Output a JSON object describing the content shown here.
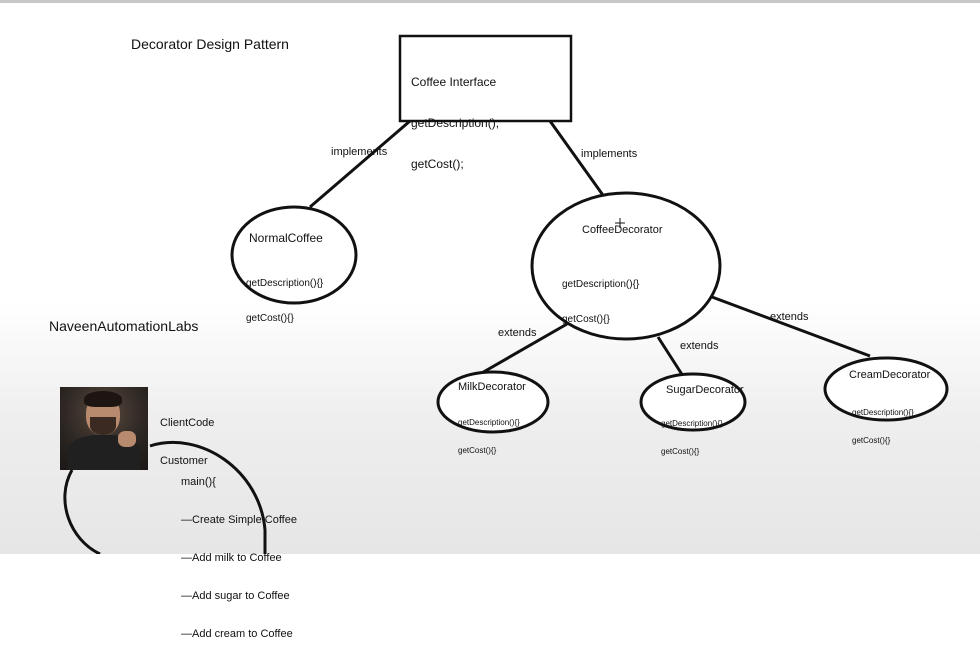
{
  "title": "Decorator Design Pattern",
  "brand": "NaveenAutomationLabs",
  "interface_box": {
    "lines": [
      "Coffee Interface",
      "getDescription();",
      "getCost();"
    ]
  },
  "edges": {
    "implements_left": "implements",
    "implements_right": "implements",
    "extends_milk": "extends",
    "extends_sugar": "extends",
    "extends_cream": "extends"
  },
  "nodes": {
    "normal_coffee": {
      "title": "NormalCoffee",
      "methods": [
        "getDescription(){}",
        "getCost(){}"
      ]
    },
    "coffee_decorator": {
      "title": "CoffeeDecorator",
      "methods": [
        "getDescription(){}",
        "getCost(){}"
      ]
    },
    "milk_decorator": {
      "title": "MilkDecorator",
      "methods": [
        "getDescription(){}",
        "getCost(){}"
      ]
    },
    "sugar_decorator": {
      "title": "SugarDecorator",
      "methods": [
        "getDescription(){}",
        "getCost(){}"
      ]
    },
    "cream_decorator": {
      "title": "CreamDecorator",
      "methods": [
        "getDescription(){}",
        "getCost(){}"
      ]
    }
  },
  "client": {
    "title": "ClientCode",
    "subtitle": "Customer",
    "main": "main(){",
    "steps": [
      "—Create Simple Coffee",
      "—Add milk to Coffee",
      "—Add sugar to Coffee",
      "—Add cream to Coffee"
    ]
  },
  "cursor_icon": "crosshair-icon"
}
